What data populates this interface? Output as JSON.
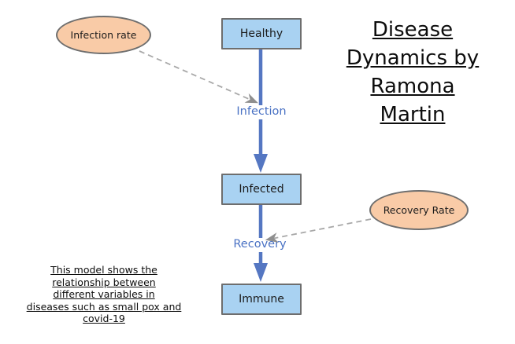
{
  "title": {
    "lines": [
      "Disease",
      "Dynamics by",
      "Ramona",
      "Martin"
    ],
    "full_text": "Disease Dynamics by Ramona Martin"
  },
  "nodes": [
    {
      "id": "healthy",
      "label": "Healthy"
    },
    {
      "id": "infected",
      "label": "Infected"
    },
    {
      "id": "immune",
      "label": "Immune"
    }
  ],
  "variables": [
    {
      "id": "infection-rate",
      "label": "Infection rate"
    },
    {
      "id": "recovery-rate",
      "label": "Recovery Rate"
    }
  ],
  "flows": [
    {
      "id": "infection",
      "label": "Infection",
      "from": "Healthy",
      "to": "Infected"
    },
    {
      "id": "recovery",
      "label": "Recovery",
      "from": "Infected",
      "to": "Immune"
    }
  ],
  "note": {
    "lines": [
      "This model shows the",
      "relationship between",
      "different variables in",
      "diseases such as small pox and",
      "covid-19"
    ],
    "full_text": "This model shows the relationship between different variables in diseases such as small pox and covid-19"
  },
  "colors": {
    "node_fill": "#a9d2f2",
    "node_border": "#6e6e6e",
    "variable_fill": "#f9cba7",
    "variable_border": "#6e6e6e",
    "flow_arrow": "#5577c2",
    "flow_label_text": "#4a72c4",
    "influence_arrow": "#a8a8a8",
    "influence_arrowhead": "#8f8f8f",
    "text": "#0d0d0d",
    "background": "#ffffff"
  }
}
